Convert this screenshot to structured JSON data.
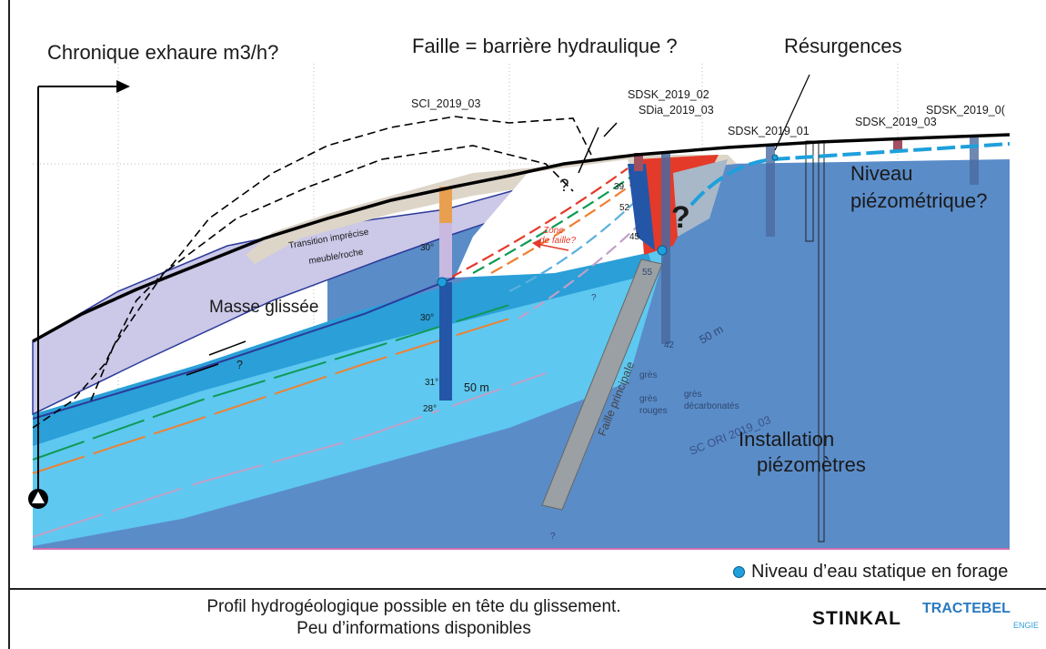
{
  "title_left": "Chronique exhaure m3/h?",
  "title_center": "Faille = barrière hydraulique ?",
  "title_right": "Résurgences",
  "boreholes": {
    "sci": "SCI_2019_03",
    "sdsk02": "SDSK_2019_02",
    "sdia": "SDia_2019_03",
    "sdsk01": "SDSK_2019_01",
    "sdsk03": "SDSK_2019_03",
    "sdsk06": "SDSK_2019_0("
  },
  "labels": {
    "niveau1": "Niveau",
    "niveau2": "piézométrique?",
    "transition1": "Transition imprécise",
    "transition2": "meuble/roche",
    "masse": "Masse glissée",
    "zone1": "Zone",
    "zone2": "de faille?",
    "faille": "Faille principale",
    "install1": "Installation",
    "install2": "piézomètres",
    "scori": "SC ORI 2019_03",
    "gres": "grès",
    "gres_rouges1": "grès",
    "gres_rouges2": "rouges",
    "gres_decarb1": "grès",
    "gres_decarb2": "décarbonatés",
    "depth1": "50 m",
    "depth2": "50 m",
    "q1": "?",
    "q2": "?",
    "q_big": "?",
    "q3": "?",
    "q4": "?"
  },
  "dips": {
    "d30a": "30°",
    "d30b": "30°",
    "d31": "31°",
    "d28": "28°",
    "d39": "39",
    "d52": "52",
    "d45": "45",
    "d55": "55",
    "d42": "42"
  },
  "legend": "Niveau d’eau statique en forage",
  "caption_line1": "Profil hydrogéologique possible en tête du glissement.",
  "caption_line2": "Peu d’informations disponibles",
  "logo_stinkal": "STINKAL",
  "logo_tractebel": "TRACTEBEL",
  "logo_engie": "ENGIE",
  "colors": {
    "bedrock": "#5a8cc8",
    "aquifer_light": "#5cc6ee",
    "aquifer_mid": "#2a9fd8",
    "slide_mass": "#c9c6e6",
    "soil": "#ddd5c8",
    "fault_red": "#e43a2a",
    "water_dot": "#1ea0dc"
  }
}
